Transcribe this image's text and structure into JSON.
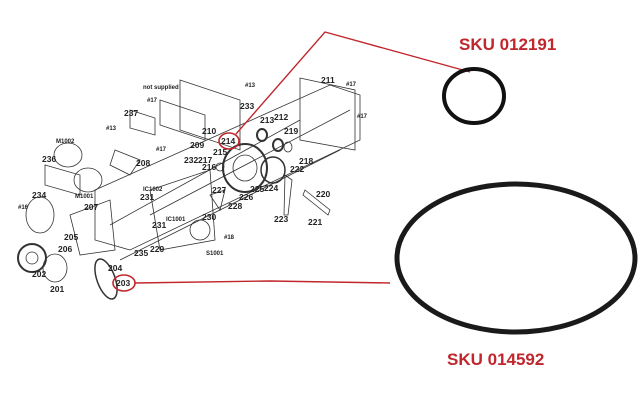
{
  "diagram": {
    "note": "not supplied",
    "part_labels": [
      "#17",
      "237",
      "#13",
      "210",
      "209",
      "#17",
      "M1002",
      "208",
      "236",
      "M1001",
      "IC1002",
      "231",
      "234",
      "207",
      "#16",
      "IC1001",
      "231",
      "230",
      "205",
      "206",
      "229",
      "235",
      "204",
      "202",
      "201",
      "233",
      "#13",
      "211",
      "#17",
      "#17",
      "213",
      "212",
      "219",
      "215",
      "232",
      "217",
      "216",
      "218",
      "222",
      "227",
      "225",
      "224",
      "226",
      "228",
      "220",
      "223",
      "221",
      "#18",
      "S1001"
    ],
    "highlighted_labels": [
      "214",
      "203"
    ],
    "highlight_color": "#c0272d"
  },
  "callouts": [
    {
      "sku": "SKU 012191"
    },
    {
      "sku": "SKU 014592"
    }
  ]
}
